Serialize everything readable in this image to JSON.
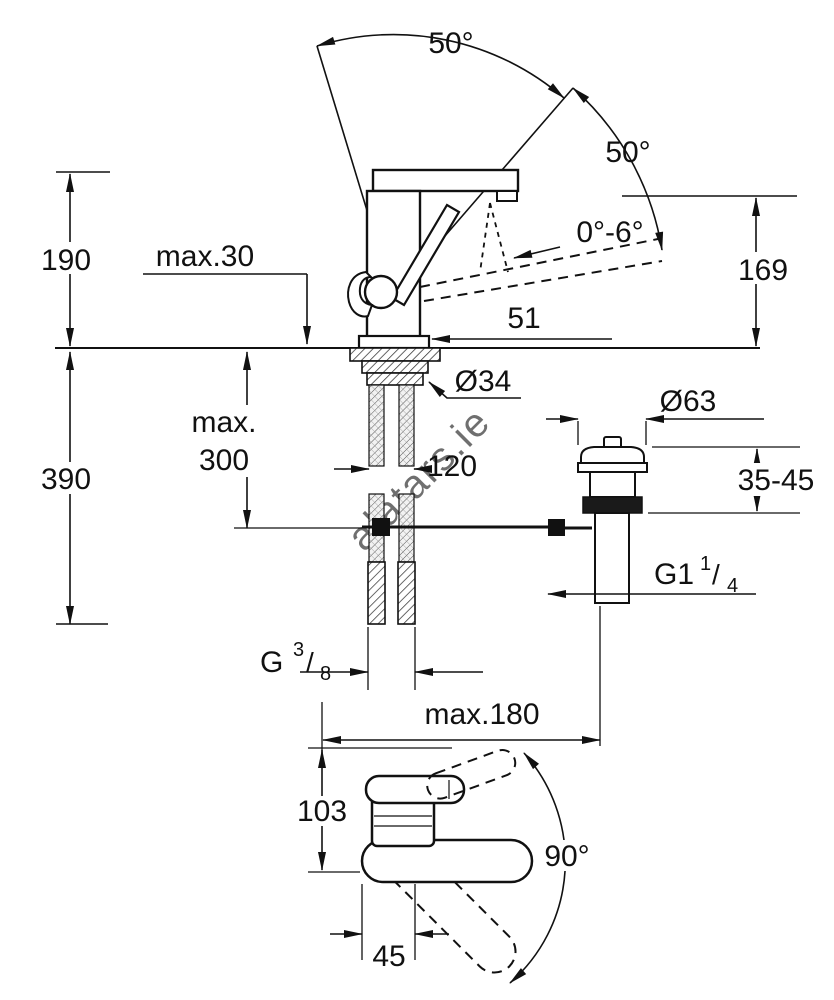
{
  "watermark": "alatars.ie",
  "labels": {
    "spout_swivel_angle": "50°",
    "lever_swing_angle": "50°",
    "stream_angle_range": "0°-6°",
    "spout_height": "190",
    "max_deck_thickness": "max.30",
    "lever_height": "169",
    "spout_offset": "51",
    "hole_diameter": "Ø34",
    "waste_flange_diameter": "Ø63",
    "hose_max_word": "max.",
    "hose_max_value": "300",
    "hose_spread": "120",
    "waste_depth_range": "35-45",
    "below_deck_height": "390",
    "waste_thread_base": "G1",
    "waste_thread_sup": "1",
    "waste_thread_slash": "/",
    "waste_thread_sub": "4",
    "supply_thread_base": "G",
    "supply_thread_sup": "3",
    "supply_thread_slash": "/",
    "supply_thread_sub": "8",
    "max_rod_distance": "max.180",
    "plan_body_depth": "103",
    "plan_swivel_angle": "90°",
    "plan_offset": "45"
  }
}
